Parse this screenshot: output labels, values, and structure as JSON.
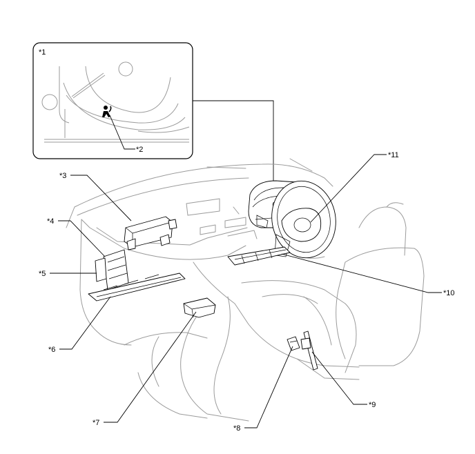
{
  "callouts": [
    {
      "id": "1",
      "text": "*1"
    },
    {
      "id": "2",
      "text": "*2"
    },
    {
      "id": "3",
      "text": "*3"
    },
    {
      "id": "4",
      "text": "*4"
    },
    {
      "id": "5",
      "text": "*5"
    },
    {
      "id": "6",
      "text": "*6"
    },
    {
      "id": "7",
      "text": "*7"
    },
    {
      "id": "8",
      "text": "*8"
    },
    {
      "id": "9",
      "text": "*9"
    },
    {
      "id": "10",
      "text": "*10"
    },
    {
      "id": "11",
      "text": "*11"
    }
  ]
}
